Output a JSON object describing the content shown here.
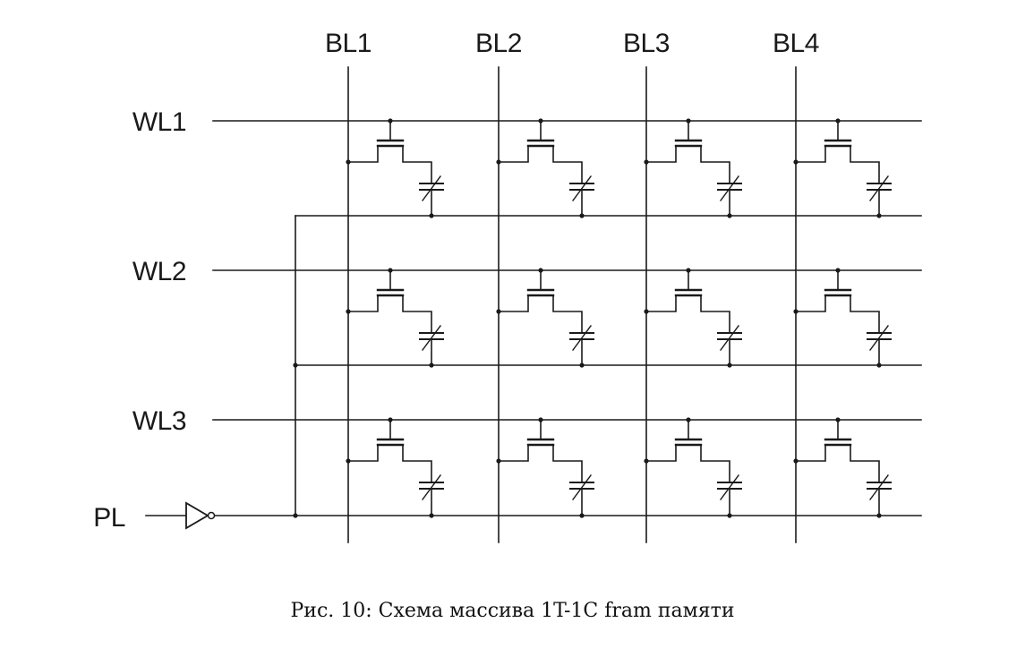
{
  "diagram": {
    "bit_lines": [
      "BL1",
      "BL2",
      "BL3",
      "BL4"
    ],
    "word_lines": [
      "WL1",
      "WL2",
      "WL3"
    ],
    "plate_line": "PL",
    "cell_rows": 3,
    "cell_columns": 4,
    "line_color": "#1a1a1a"
  },
  "caption": "Рис. 10: Схема массива 1T-1C fram памяти"
}
